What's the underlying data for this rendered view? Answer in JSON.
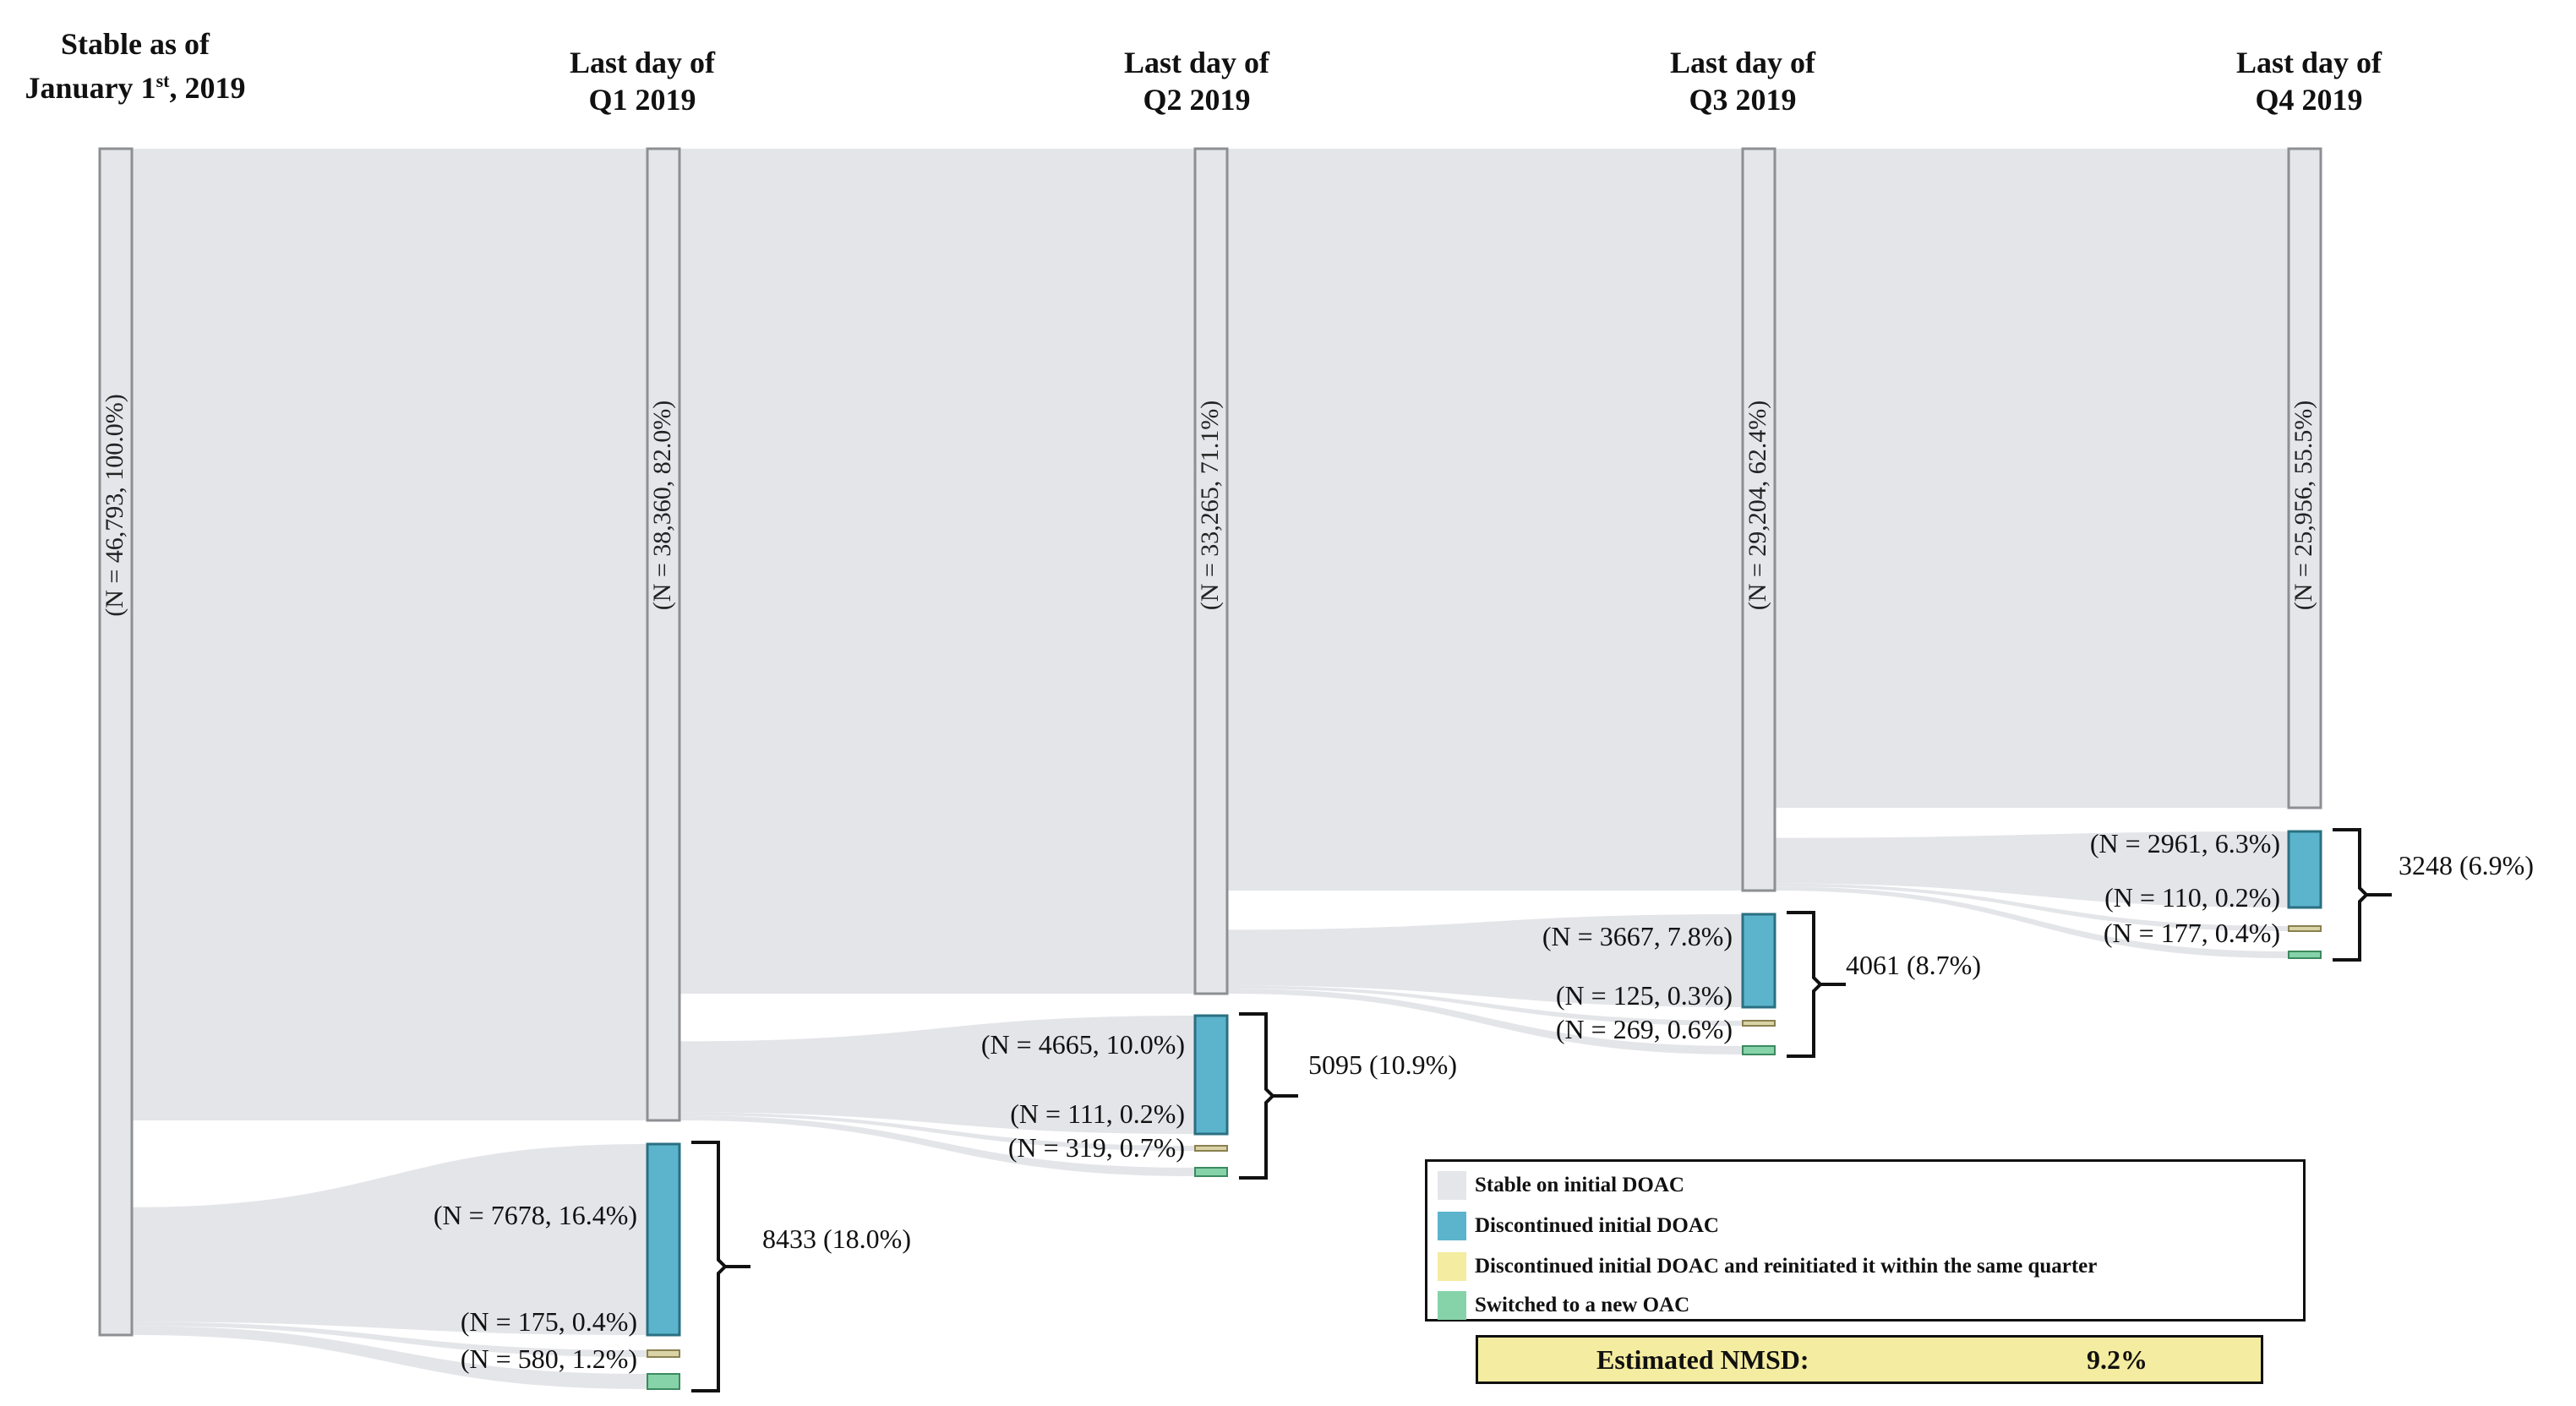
{
  "colors": {
    "stable": "#e4e6ea",
    "stable_stroke": "#8d8f93",
    "discontinued": "#5bb4cc",
    "discontinued_stroke": "#2b6f82",
    "reinitiated": "#d9d3a6",
    "reinitiated_stroke": "#8a8050",
    "switched": "#86d3a9",
    "switched_stroke": "#3d8a60",
    "flow": "#dfe1e5",
    "brace": "#111111"
  },
  "headers": [
    {
      "lines": [
        "Stable as of",
        "January 1st, 2019"
      ]
    },
    {
      "lines": [
        "Last day of",
        "Q1 2019"
      ]
    },
    {
      "lines": [
        "Last day of",
        "Q2 2019"
      ]
    },
    {
      "lines": [
        "Last day of",
        "Q3 2019"
      ]
    },
    {
      "lines": [
        "Last day of",
        "Q4 2019"
      ]
    }
  ],
  "header_sup": {
    "prefix": "January 1",
    "sup": "st",
    "suffix": ", 2019"
  },
  "stable_nodes": [
    {
      "label": "(N = 46,793, 100.0%)",
      "n": 46793
    },
    {
      "label": "(N = 38,360, 82.0%)",
      "n": 38360
    },
    {
      "label": "(N = 33,265, 71.1%)",
      "n": 33265
    },
    {
      "label": "(N = 29,204, 62.4%)",
      "n": 29204
    },
    {
      "label": "(N = 25,956, 55.5%)",
      "n": 25956
    }
  ],
  "quarters": [
    {
      "discontinued": "(N = 7678, 16.4%)",
      "reinitiated": "(N = 175, 0.4%)",
      "switched": "(N = 580, 1.2%)",
      "total": "8433 (18.0%)"
    },
    {
      "discontinued": "(N = 4665, 10.0%)",
      "reinitiated": "(N = 111, 0.2%)",
      "switched": "(N = 319, 0.7%)",
      "total": "5095 (10.9%)"
    },
    {
      "discontinued": "(N = 3667, 7.8%)",
      "reinitiated": "(N = 125, 0.3%)",
      "switched": "(N = 269, 0.6%)",
      "total": "4061 (8.7%)"
    },
    {
      "discontinued": "(N = 2961, 6.3%)",
      "reinitiated": "(N = 110, 0.2%)",
      "switched": "(N = 177, 0.4%)",
      "total": "3248 (6.9%)"
    }
  ],
  "legend": {
    "items": [
      {
        "label": "Stable on initial DOAC",
        "color": "#e4e6ea"
      },
      {
        "label": "Discontinued initial DOAC",
        "color": "#5bb4cc"
      },
      {
        "label": "Discontinued initial DOAC and reinitiated it within the same quarter",
        "color": "#f4eca0"
      },
      {
        "label": "Switched to a new OAC",
        "color": "#86d3a9"
      }
    ]
  },
  "nmsd": {
    "label": "Estimated NMSD:",
    "value": "9.2%"
  }
}
